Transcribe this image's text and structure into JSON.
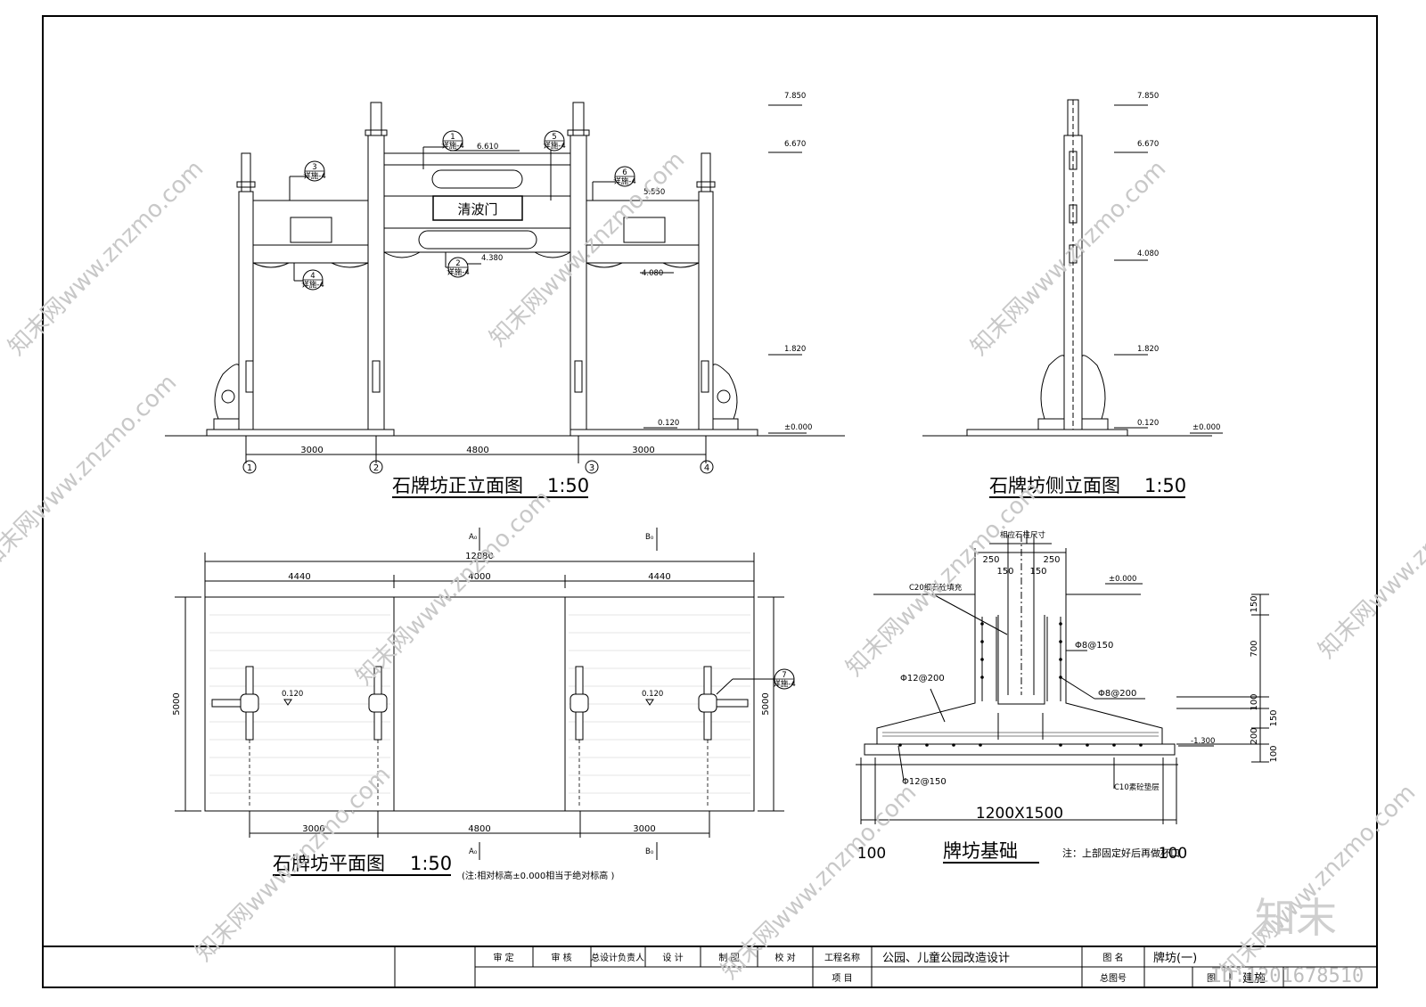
{
  "front_elevation": {
    "title": "石牌坊正立面图",
    "scale": "1:50",
    "plaque": "清波门",
    "spans": [
      "3000",
      "4800",
      "3000"
    ],
    "axes": [
      "1",
      "2",
      "3",
      "4"
    ],
    "levels": [
      "7.850",
      "6.670",
      "6.610",
      "5.550",
      "4.380",
      "4.080",
      "1.820",
      "0.120",
      "±0.000"
    ],
    "callouts": [
      {
        "num": "1",
        "ref": "详施-4"
      },
      {
        "num": "2",
        "ref": "详施-4"
      },
      {
        "num": "3",
        "ref": "详施-4"
      },
      {
        "num": "4",
        "ref": "详施-4"
      },
      {
        "num": "5",
        "ref": "详施-4"
      },
      {
        "num": "6",
        "ref": "详施-4"
      }
    ]
  },
  "side_elevation": {
    "title": "石牌坊侧立面图",
    "scale": "1:50",
    "levels": [
      "7.850",
      "6.670",
      "4.080",
      "1.820",
      "0.120",
      "±0.000"
    ]
  },
  "plan": {
    "title": "石牌坊平面图",
    "scale": "1:50",
    "total": "12880",
    "segments": [
      "4440",
      "4000",
      "4440"
    ],
    "bottom_spans": [
      "3000",
      "4800",
      "3000"
    ],
    "depth": "5000",
    "level": "0.120",
    "section_marks": [
      "A₀",
      "B₀"
    ],
    "callout": {
      "num": "7",
      "ref": "详施-4"
    },
    "note": "(注:相对标高±0.000相当于绝对标高           )"
  },
  "foundation": {
    "title": "牌坊基础",
    "top_note": "相应石柱尺寸",
    "dims_top": [
      "250",
      "250",
      "150",
      "150"
    ],
    "fill_note": "C20细石砼填充",
    "zero_level": "±0.000",
    "bottom_level": "-1.300",
    "rebar": [
      "Φ8@150",
      "Φ8@200",
      "Φ12@200",
      "Φ12@150"
    ],
    "cushion": "C10素砼垫层",
    "size": "1200X1500",
    "side_dims": [
      "150",
      "700",
      "100",
      "150",
      "200",
      "100"
    ],
    "bottom_dims": [
      "100",
      "100"
    ],
    "note": "注：上部固定好后再做杯口"
  },
  "title_block": {
    "roles": [
      "审  定",
      "审  核",
      "总设计负责人",
      "设  计",
      "制  图",
      "校  对"
    ],
    "project_label": "工程名称",
    "project_value": "公园、儿童公园改造设计",
    "item_label": "项  目",
    "drawing_name_label": "图  名",
    "drawing_name_value": "牌坊(一)",
    "total_no_label": "总图号",
    "sheet_label": "图",
    "sheet_value": "建施"
  },
  "watermark": {
    "site": "知末网www.znzmo.com",
    "logo": "知末",
    "id": "ID:1201678510"
  }
}
